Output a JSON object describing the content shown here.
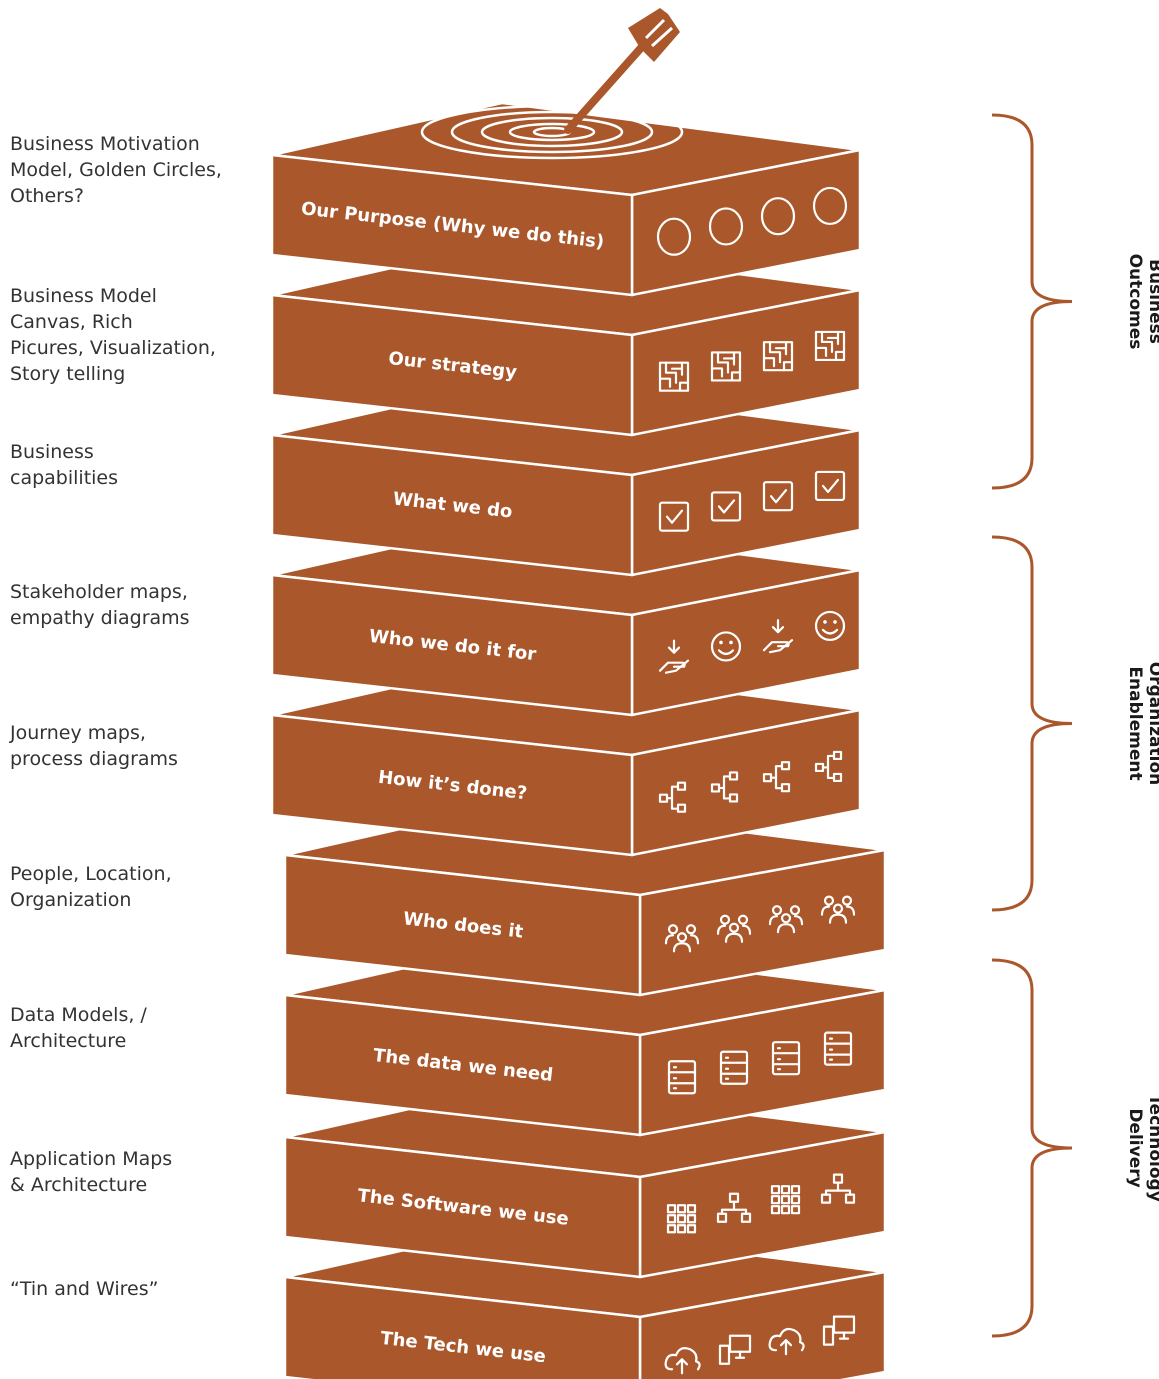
{
  "colors": {
    "brown": "#a9572b",
    "edge": "#ffffff",
    "bracket": "#a9572b",
    "text": "#333333"
  },
  "layers": [
    {
      "title": "Our Purpose (Why we do this)",
      "description": [
        "Business Motivation",
        "Model, Golden Circles,",
        "Others?"
      ],
      "icon": "circle-icon"
    },
    {
      "title": "Our strategy",
      "description": [
        "Business Model",
        "Canvas, Rich",
        "Picures, Visualization,",
        "Story telling"
      ],
      "icon": "maze-icon"
    },
    {
      "title": "What we do",
      "description": [
        "Business",
        "capabilities"
      ],
      "icon": "checkbox-icon"
    },
    {
      "title": "Who we do it for",
      "description": [
        "Stakeholder maps,",
        "empathy diagrams"
      ],
      "icon": "hand-smiley-icon"
    },
    {
      "title": "How it’s done?",
      "description": [
        "Journey maps,",
        "process diagrams"
      ],
      "icon": "process-flow-icon"
    },
    {
      "title": "Who does it",
      "description": [
        "People, Location,",
        "Organization"
      ],
      "icon": "people-group-icon"
    },
    {
      "title": "The data we need",
      "description": [
        "Data Models, /",
        "Architecture"
      ],
      "icon": "database-icon"
    },
    {
      "title": "The Software we use",
      "description": [
        "Application Maps",
        "& Architecture"
      ],
      "icon": "app-grid-icon"
    },
    {
      "title": "The Tech we use",
      "description": [
        "“Tin and Wires”"
      ],
      "icon": "cloud-device-icon"
    }
  ],
  "groups": [
    {
      "label": [
        "Business",
        "Outcomes"
      ]
    },
    {
      "label": [
        "Organization",
        "Enablement"
      ]
    },
    {
      "label": [
        "Technology",
        "Delivery"
      ]
    }
  ]
}
